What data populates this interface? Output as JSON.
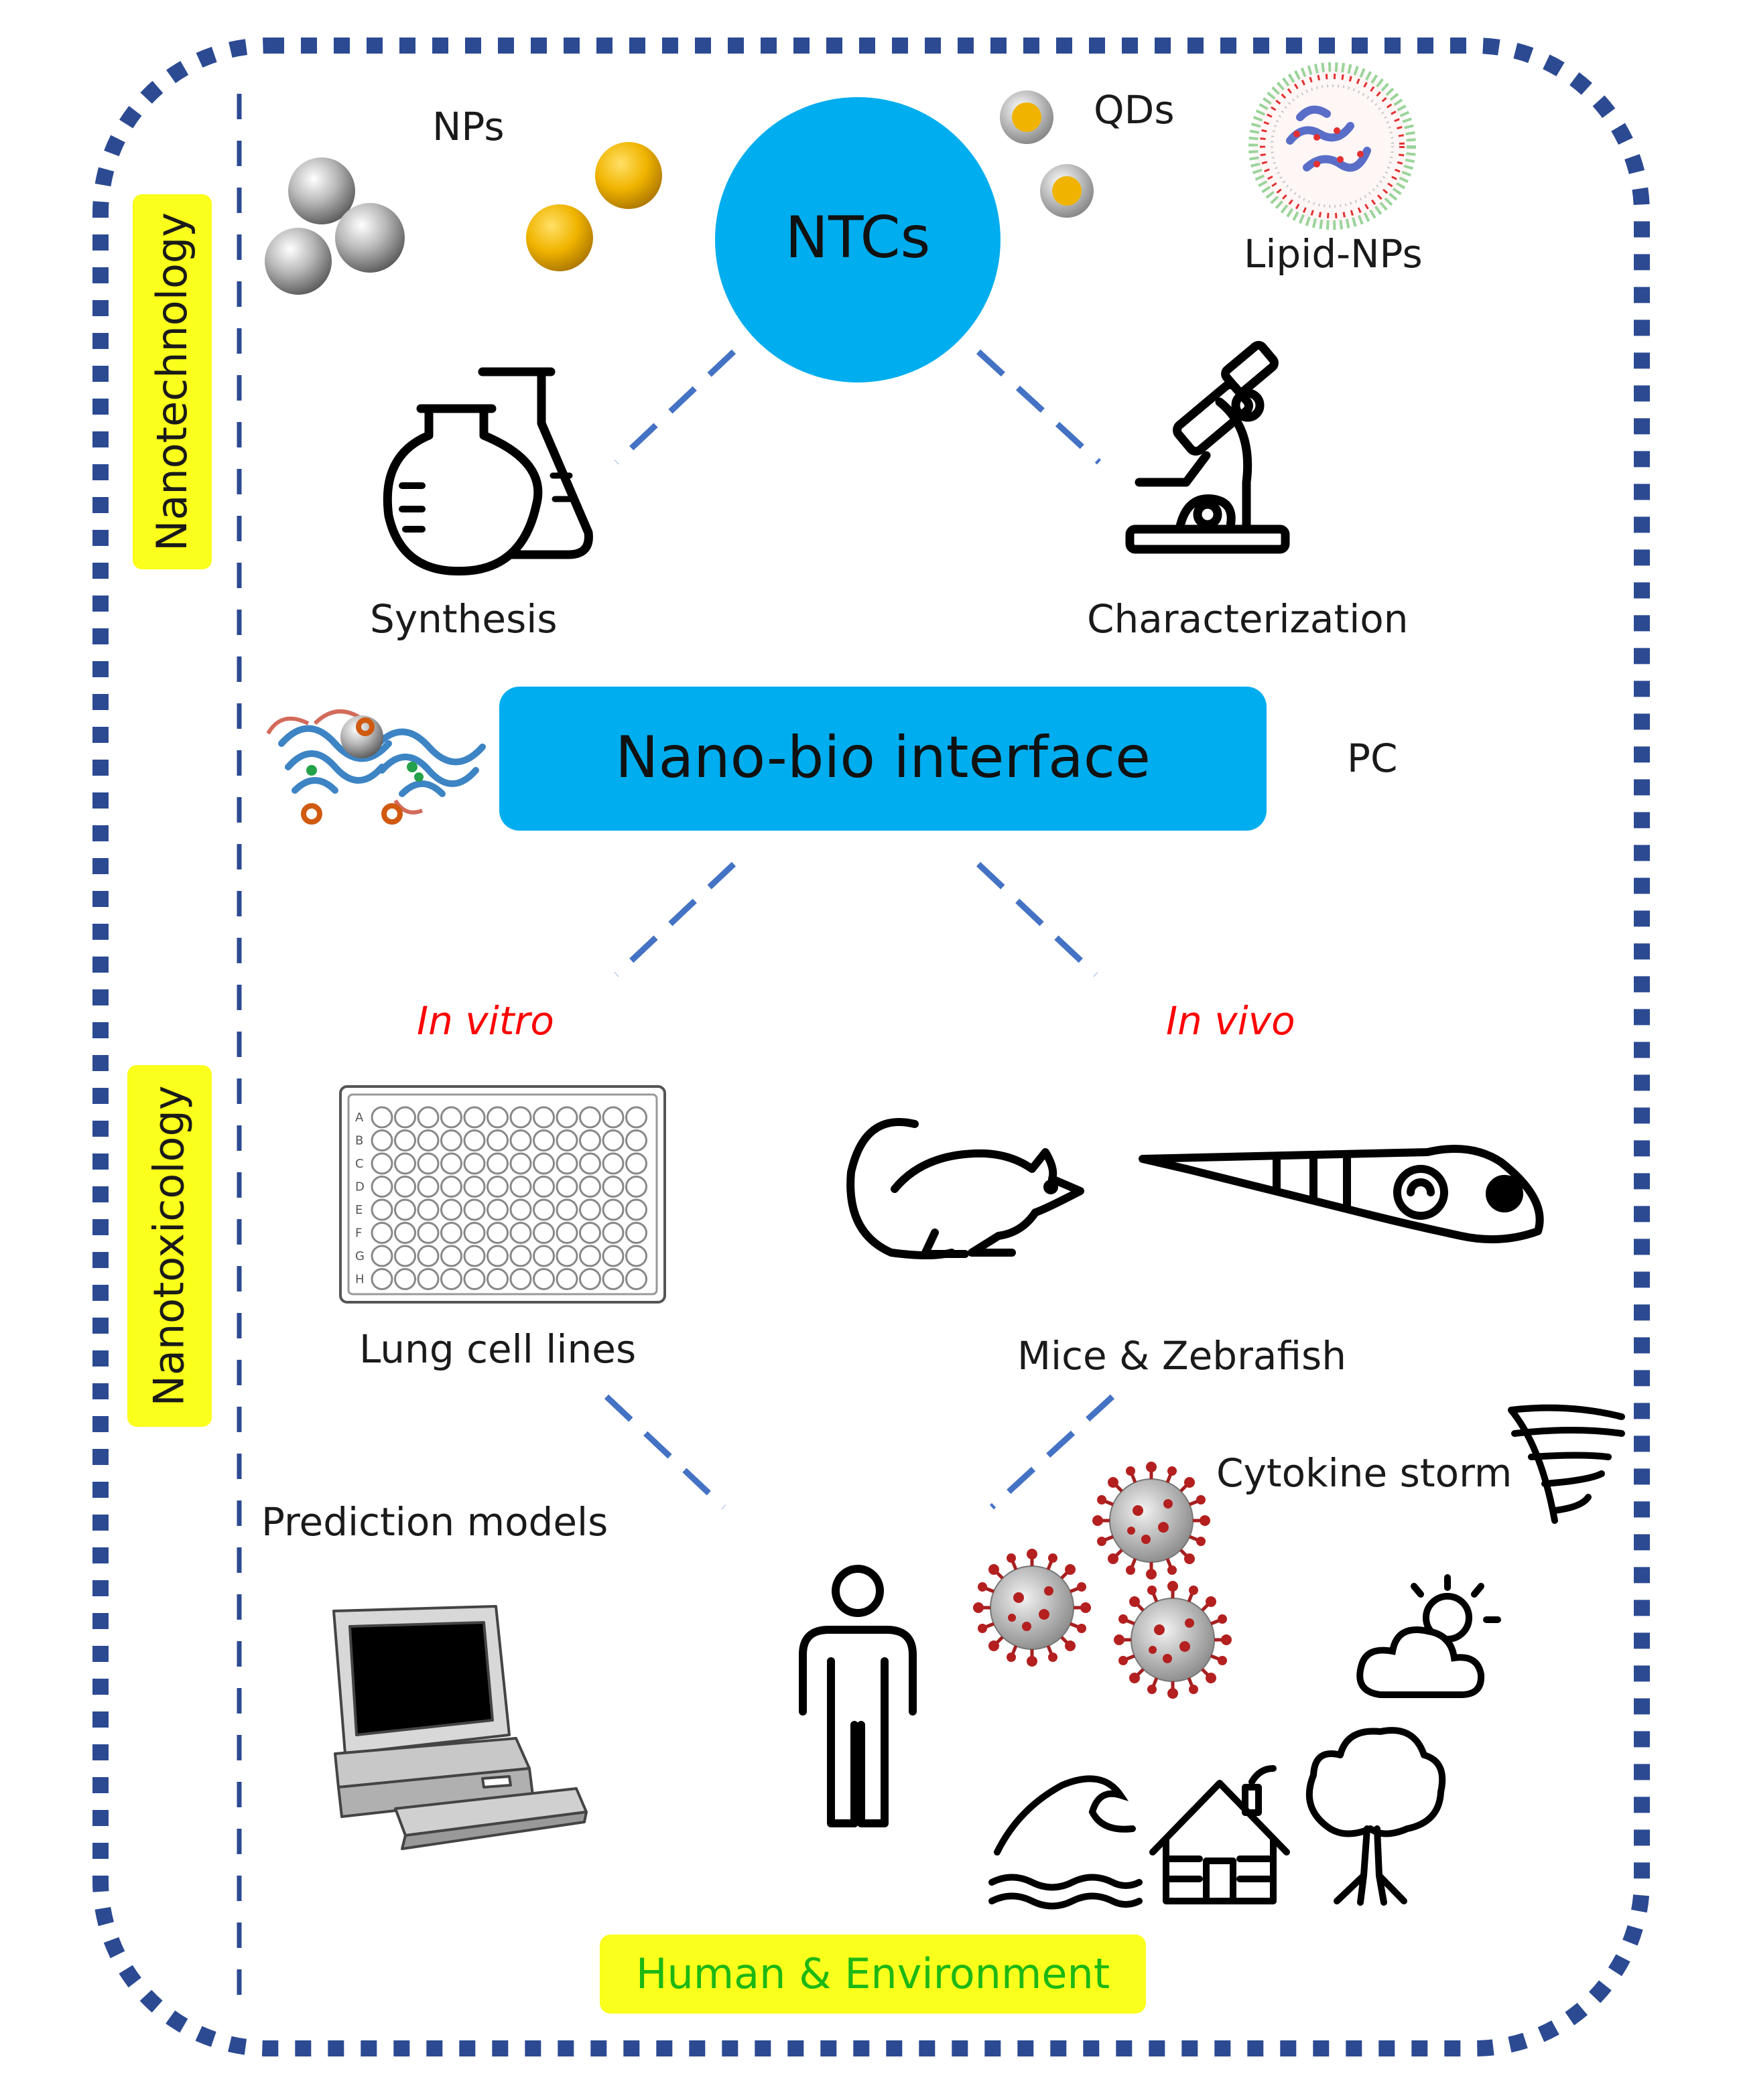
{
  "sections": {
    "nanotechnology": "Nanotechnology",
    "nanotoxicology": "Nanotoxicology",
    "human_environment": "Human & Environment"
  },
  "center": {
    "ntcs": "NTCs",
    "nano_bio_interface": "Nano-bio interface"
  },
  "materials": {
    "nps": "NPs",
    "qds": "QDs",
    "lipid_nps": "Lipid-NPs"
  },
  "steps": {
    "synthesis": "Synthesis",
    "characterization": "Characterization",
    "pc": "PC"
  },
  "models": {
    "in_vitro": "In vitro",
    "in_vivo": "In vivo",
    "lung_cell_lines": "Lung cell lines",
    "mice_zebrafish": "Mice & Zebrafish",
    "prediction_models": "Prediction models",
    "cytokine_storm": "Cytokine storm"
  },
  "plate": {
    "rows": [
      "A",
      "B",
      "C",
      "D",
      "E",
      "F",
      "G",
      "H"
    ]
  },
  "colors": {
    "border": "#2c4a92",
    "dash_line": "#4472c4",
    "blue_shape": "#00adee",
    "yellow_label": "#fbff1c",
    "red_text": "#ff0000",
    "green_text": "#1db814",
    "gold_particle": "#f0b400",
    "virus_red": "#a52020"
  }
}
